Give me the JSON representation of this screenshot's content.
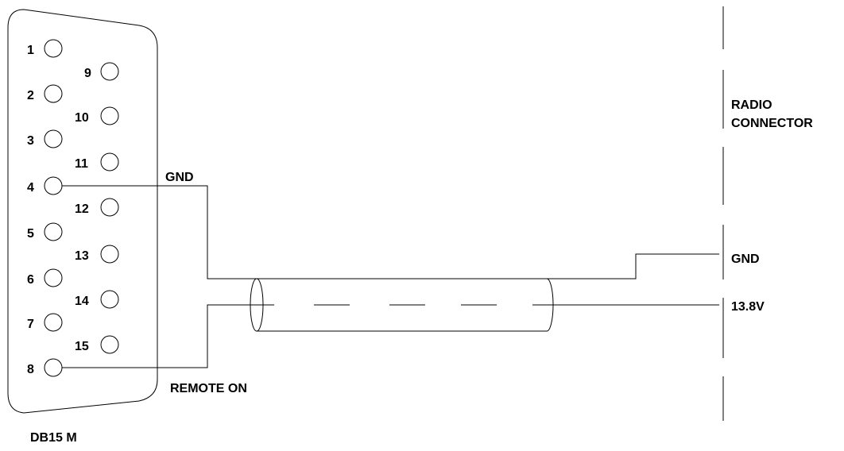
{
  "connector": {
    "name": "DB15 M",
    "pins_left": [
      "1",
      "2",
      "3",
      "4",
      "5",
      "6",
      "7",
      "8"
    ],
    "pins_right": [
      "9",
      "10",
      "11",
      "12",
      "13",
      "14",
      "15"
    ]
  },
  "wires": {
    "gnd_left": "GND",
    "remote_on": "REMOTE ON",
    "gnd_right": "GND",
    "voltage": "13.8V"
  },
  "radio": {
    "label_line1": "RADIO",
    "label_line2": "CONNECTOR"
  }
}
